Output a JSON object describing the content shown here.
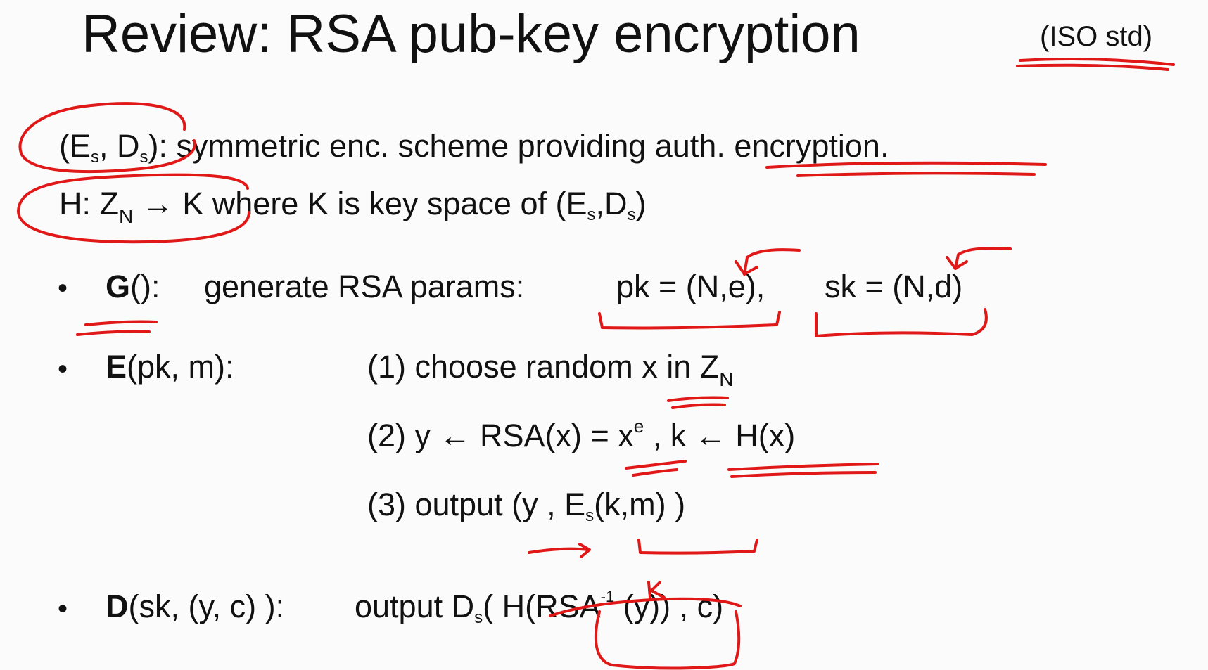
{
  "title": "Review:  RSA pub-key encryption",
  "iso_note": "(ISO std)",
  "lines": {
    "es_ds": {
      "open": "(E",
      "s1": "s",
      "comma": ", D",
      "s2": "s",
      "close": "):",
      "text": " symmetric enc. scheme providing auth. encryption."
    },
    "hash": {
      "h": "H:  Z",
      "n": "N",
      "arrow": " → K",
      "where": " where  K is key space of (E",
      "s1": "s",
      "mid": ",D",
      "s2": "s",
      "close": ")"
    },
    "g": {
      "name": "G",
      "rest": "():",
      "text": "generate RSA params:",
      "pk": "pk = (N,e),",
      "sk": "sk = (N,d)"
    },
    "e": {
      "name": "E",
      "rest": "(pk, m):",
      "step1": {
        "text": "(1) choose random x in Z",
        "sub": "N"
      },
      "step2": {
        "a": "(2)  y ← RSA(x) = x",
        "sup": "e",
        "b": "  ,   k ← H(x)"
      },
      "step3": {
        "a": "(3) output   (y ,  E",
        "sub": "s",
        "b": "(k,m) )"
      }
    },
    "d": {
      "name": "D",
      "rest": "(sk,  (y, c) ):",
      "a": "output  D",
      "sub": "s",
      "b": "(  H(RSA",
      "sup": "-1",
      "c": " (y)) ,  c)"
    }
  },
  "bullet_char": "•",
  "colors": {
    "ink": "#e01818",
    "text": "#111111",
    "background": "#fbfbfb"
  }
}
